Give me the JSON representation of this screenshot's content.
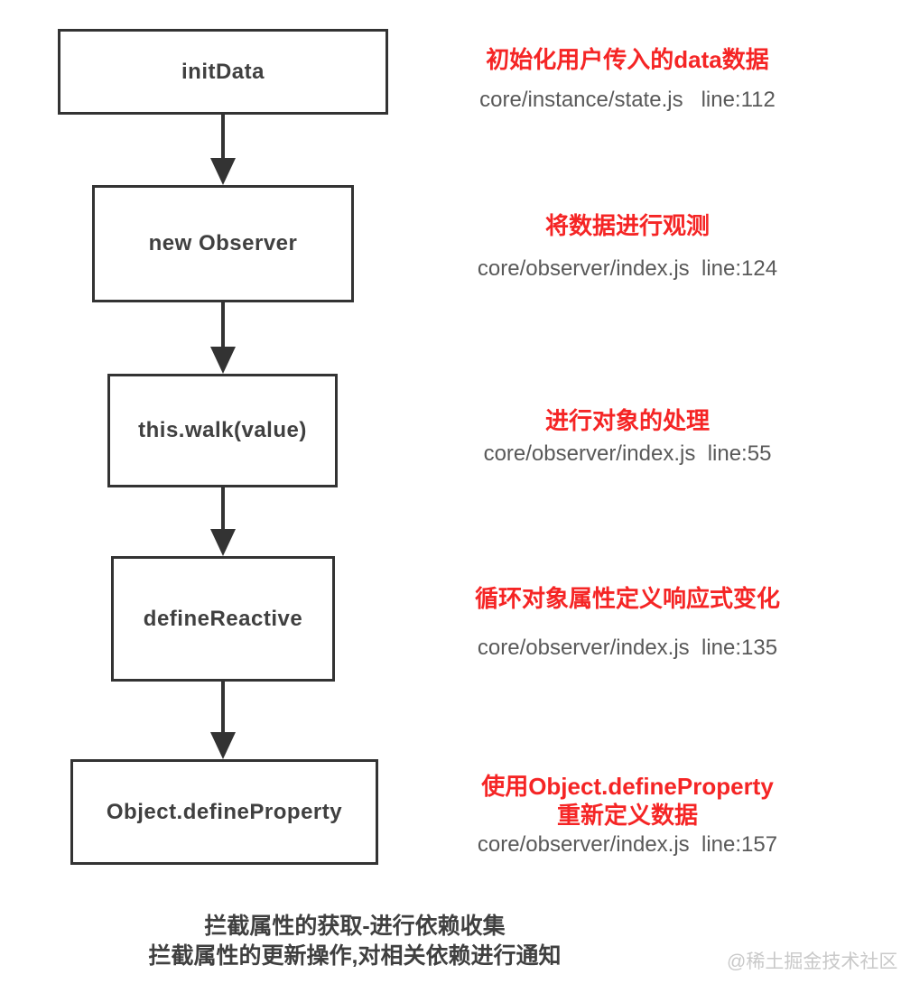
{
  "flowchart": {
    "nodes": [
      {
        "label": "initData"
      },
      {
        "label": "new Observer"
      },
      {
        "label": "this.walk(value)"
      },
      {
        "label": "defineReactive"
      },
      {
        "label": "Object.defineProperty"
      }
    ],
    "annotations": [
      {
        "title": "初始化用户传入的data数据",
        "path": "core/instance/state.js   line:112"
      },
      {
        "title": "将数据进行观测",
        "path": "core/observer/index.js  line:124"
      },
      {
        "title": "进行对象的处理",
        "path": "core/observer/index.js  line:55"
      },
      {
        "title": "循环对象属性定义响应式变化",
        "path": "core/observer/index.js  line:135"
      },
      {
        "title": "使用Object.defineProperty\n重新定义数据",
        "path": "core/observer/index.js  line:157"
      }
    ],
    "footer": {
      "line1": "拦截属性的获取-进行依赖收集",
      "line2": "拦截属性的更新操作,对相关依赖进行通知"
    },
    "watermark": "@稀土掘金技术社区"
  },
  "colors": {
    "box_border": "#333333",
    "box_text": "#404040",
    "annotation_title": "#f52525",
    "annotation_path": "#595959",
    "footer_text": "#404040",
    "watermark": "#c9c9c9"
  }
}
